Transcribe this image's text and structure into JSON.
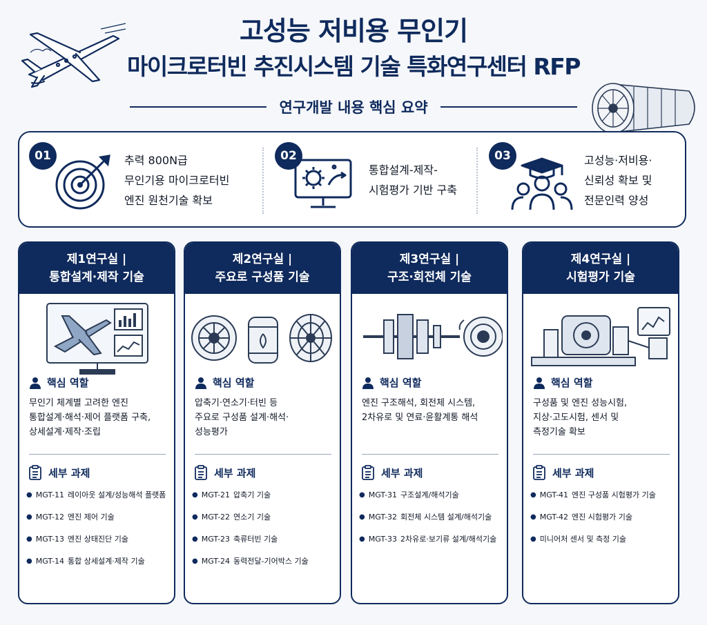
{
  "header": {
    "title_line1": "고성능 저비용 무인기",
    "title_line2": "마이크로터빈 추진시스템 기술 특화연구센터 RFP",
    "subtitle": "연구개발 내용 핵심 요약"
  },
  "summary": [
    {
      "num": "01",
      "icon": "target-icon",
      "lines": [
        "추력 800N급",
        "무인기용 마이크로터빈",
        "엔진 원천기술 확보"
      ]
    },
    {
      "num": "02",
      "icon": "monitor-gear-icon",
      "lines": [
        "통합설계-제작-",
        "시험평가 기반 구축"
      ]
    },
    {
      "num": "03",
      "icon": "graduates-icon",
      "lines": [
        "고성능·저비용·",
        "신뢰성 확보 및",
        "전문인력 양성"
      ]
    }
  ],
  "labs": [
    {
      "head1": "제1연구실 |",
      "head2": "통합설계·제작 기술",
      "art": "aircraft-design-monitor-illustration",
      "role_title": "핵심 역할",
      "role_lines": [
        "무인기 체계별 고려한 엔진",
        "통합설계·해석·제어 플랫폼 구축,",
        "상세설계·제작·조립"
      ],
      "task_title": "세부 과제",
      "tasks": [
        {
          "code": "MGT-11",
          "desc": "레이아웃 설계/성능해석 플랫폼"
        },
        {
          "code": "MGT-12",
          "desc": "엔진 제어 기술"
        },
        {
          "code": "MGT-13",
          "desc": "엔진 상태진단 기술"
        },
        {
          "code": "MGT-14",
          "desc": "통합 상세설계·제작 기술"
        }
      ]
    },
    {
      "head1": "제2연구실 |",
      "head2": "주요로 구성품 기술",
      "art": "compressor-combustor-turbine-illustration",
      "role_title": "핵심 역할",
      "role_lines": [
        "압축기·연소기·터빈 등",
        "주요로 구성품 설계·해석·",
        "성능평가"
      ],
      "task_title": "세부 과제",
      "tasks": [
        {
          "code": "MGT-21",
          "desc": "압축기 기술"
        },
        {
          "code": "MGT-22",
          "desc": "연소기 기술"
        },
        {
          "code": "MGT-23",
          "desc": "축류터빈 기술"
        },
        {
          "code": "MGT-24",
          "desc": "동력전달-기어박스 기술"
        }
      ]
    },
    {
      "head1": "제3연구실 |",
      "head2": "구조·회전체 기술",
      "art": "rotor-shaft-illustration",
      "role_title": "핵심 역할",
      "role_lines": [
        "엔진 구조해석, 회전체 시스템,",
        "2차유로 및 연료·윤활계통 해석"
      ],
      "task_title": "세부 과제",
      "tasks": [
        {
          "code": "MGT-31",
          "desc": "구조설계/해석기술"
        },
        {
          "code": "MGT-32",
          "desc": "회전체 시스템 설계/해석기술"
        },
        {
          "code": "MGT-33",
          "desc": "2차유로·보기류 설계/해석기술"
        }
      ]
    },
    {
      "head1": "제4연구실 |",
      "head2": "시험평가 기술",
      "art": "engine-test-bench-illustration",
      "role_title": "핵심 역할",
      "role_lines": [
        "구성품 및 엔진 성능시험,",
        "지상·고도시험, 센서 및",
        "측정기술 확보"
      ],
      "task_title": "세부 과제",
      "tasks": [
        {
          "code": "MGT-41",
          "desc": "엔진 구성품 시험평가 기술"
        },
        {
          "code": "MGT-42",
          "desc": "엔진 시험평가 기술"
        },
        {
          "code": "",
          "desc": "미니어처 센서 및 측정 기술"
        }
      ]
    }
  ],
  "colors": {
    "navy": "#0f2a5c",
    "background": "#f5f7fa"
  }
}
